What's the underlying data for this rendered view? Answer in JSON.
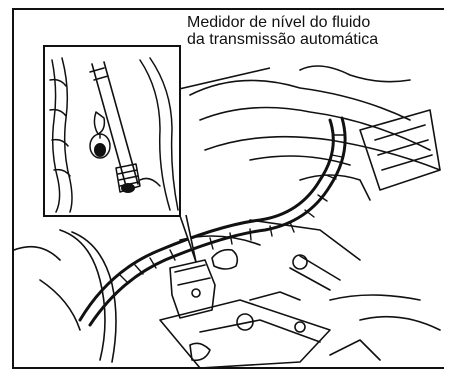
{
  "caption": {
    "line1": "Medidor de nível do fluido",
    "line2": "da transmissão automática"
  },
  "icons": {
    "dipstick": "dipstick-icon",
    "callout": "callout-inset"
  },
  "colors": {
    "ink": "#111111",
    "paper": "#ffffff"
  }
}
